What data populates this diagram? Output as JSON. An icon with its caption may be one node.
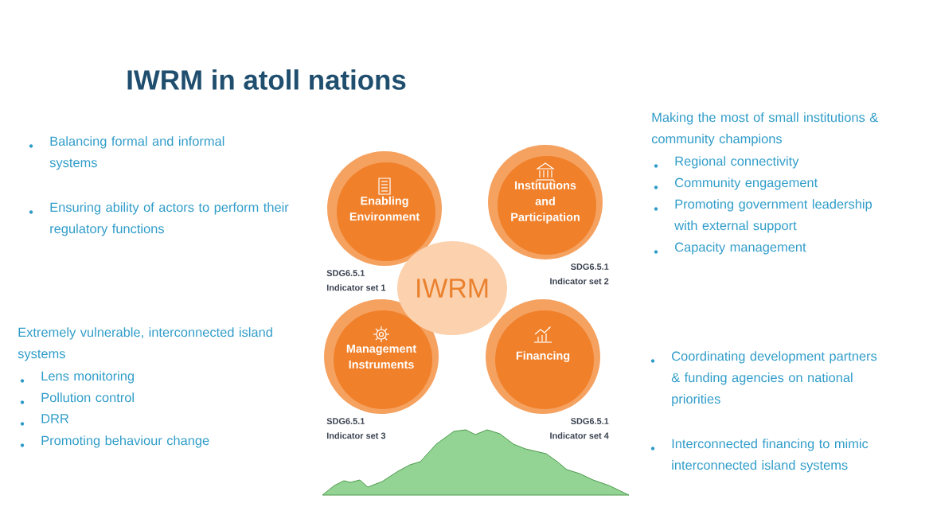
{
  "diagram": {
    "title": "IWRM in atoll nations",
    "nodes": [
      {
        "text": [
          "Enabling Environment"
        ],
        "beside": [
          "SDG6.5.1",
          "Indicator set 1"
        ]
      },
      {
        "text": [
          "Institutions and Participation"
        ],
        "beside": [
          "SDG6.5.1",
          "Indicator set 2"
        ]
      },
      {
        "text": [
          "IWRM"
        ]
      },
      {
        "text": [
          "Management Instruments"
        ],
        "beside": [
          "SDG6.5.1",
          "Indicator set 3"
        ]
      },
      {
        "text": [
          "Financing"
        ],
        "beside": [
          "SDG6.5.1",
          "Indicator set 4"
        ]
      }
    ],
    "labels": [
      "Balancing formal and informal systems",
      "Ensuring ability of actors to perform their regulatory functions",
      "Making the most of small institutions & community champions",
      "Regional connectivity",
      "Community engagement",
      "Promoting government leadership with external support",
      "Capacity management",
      "Extremely vulnerable, interconnected island systems",
      "Lens monitoring",
      "Pollution control",
      "DRR",
      "Promoting behaviour change",
      "Coordinating development partners & funding agencies on national priorities",
      "Interconnected financing to mimic interconnected island systems"
    ]
  }
}
